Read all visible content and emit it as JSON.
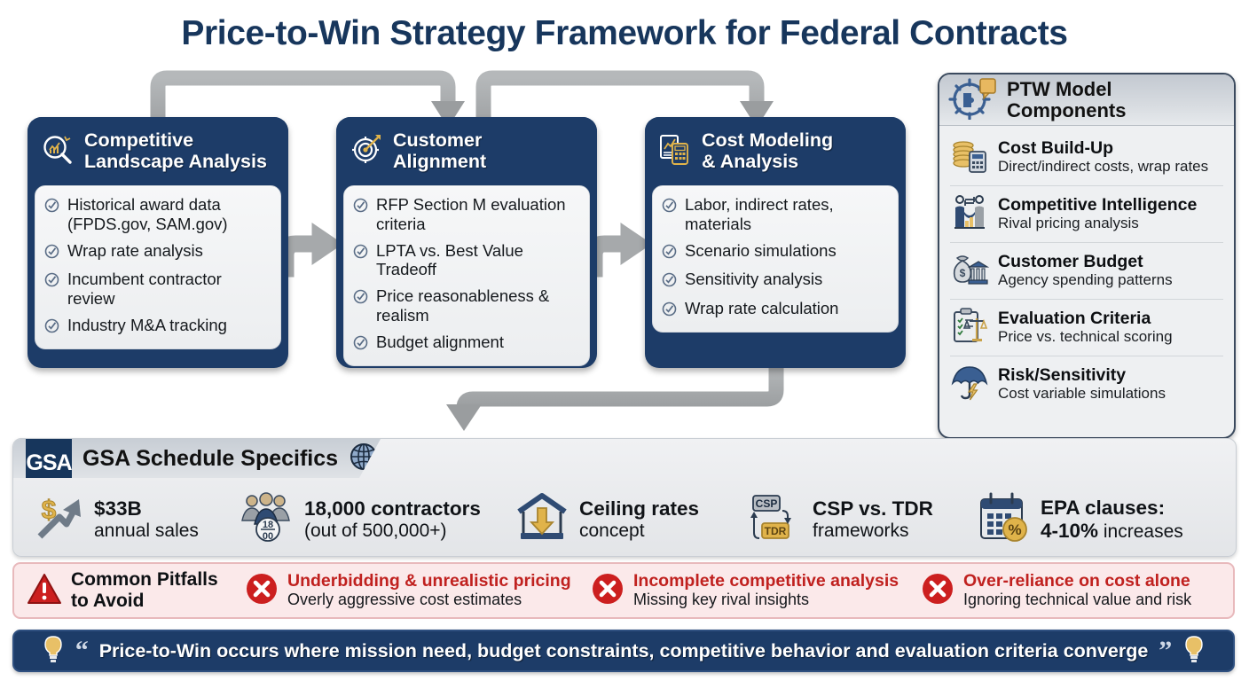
{
  "title": "Price-to-Win Strategy Framework for Federal Contracts",
  "colors": {
    "navy": "#1d3c68",
    "title_navy": "#17365c",
    "arrow_gray": "#a6a9ab",
    "panel_gray": "#eef0f2",
    "pitfall_red": "#c0211f",
    "pitfall_bg": "#fbe9ea",
    "gold": "#e0b34a"
  },
  "cards": [
    {
      "icon": "magnifier-chart-icon",
      "title_line1": "Competitive",
      "title_line2": "Landscape Analysis",
      "items": [
        "Historical award data (FPDS.gov, SAM.gov)",
        "Wrap rate analysis",
        "Incumbent contractor review",
        "Industry M&A tracking"
      ]
    },
    {
      "icon": "gear-target-icon",
      "title_line1": "Customer",
      "title_line2": "Alignment",
      "items": [
        "RFP Section M evaluation criteria",
        "LPTA vs. Best Value Tradeoff",
        "Price reasonableness & realism",
        "Budget alignment"
      ]
    },
    {
      "icon": "document-calculator-icon",
      "title_line1": "Cost Modeling",
      "title_line2": "& Analysis",
      "items": [
        "Labor, indirect rates, materials",
        "Scenario simulations",
        "Sensitivity analysis",
        "Wrap rate calculation"
      ]
    }
  ],
  "ptw_panel": {
    "icon": "gear-puzzle-icon",
    "title_line1": "PTW Model",
    "title_line2": "Components",
    "rows": [
      {
        "icon": "coins-calculator-icon",
        "title": "Cost Build-Up",
        "subtitle": "Direct/indirect costs, wrap rates"
      },
      {
        "icon": "handshake-chart-icon",
        "title": "Competitive Intelligence",
        "subtitle": "Rival pricing analysis"
      },
      {
        "icon": "money-bag-bank-icon",
        "title": "Customer Budget",
        "subtitle": "Agency spending patterns"
      },
      {
        "icon": "clipboard-scales-icon",
        "title": "Evaluation Criteria",
        "subtitle": "Price vs. technical scoring"
      },
      {
        "icon": "umbrella-bolt-icon",
        "title": "Risk/Sensitivity",
        "subtitle": "Cost variable simulations"
      }
    ]
  },
  "gsa_band": {
    "logo_text": "GSA",
    "tab_title": "GSA Schedule Specifics",
    "tab_icon": "globe-icon",
    "stats": [
      {
        "icon": "dollar-growth-arrow-icon",
        "value": "$33B",
        "label": "annual sales"
      },
      {
        "icon": "people-group-icon",
        "value": "18,000 contractors",
        "label": "(out of 500,000+)"
      },
      {
        "icon": "ceiling-house-down-arrow-icon",
        "value": "Ceiling rates",
        "label": "concept"
      },
      {
        "icon": "csp-tdr-flow-icon",
        "value": "CSP vs. TDR",
        "label": "frameworks"
      },
      {
        "icon": "calendar-percent-icon",
        "value": "EPA clauses:",
        "label_bold": "4-10%",
        "label": "increases"
      }
    ]
  },
  "pitfalls": {
    "icon": "warning-triangle-icon",
    "heading_line1": "Common Pitfalls",
    "heading_line2": "to Avoid",
    "items": [
      {
        "icon": "x-circle-icon",
        "headline": "Underbidding & unrealistic pricing",
        "sub": "Overly aggressive cost estimates"
      },
      {
        "icon": "x-circle-icon",
        "headline": "Incomplete competitive analysis",
        "sub": "Missing key rival insights"
      },
      {
        "icon": "x-circle-icon",
        "headline": "Over-reliance on cost alone",
        "sub": "Ignoring technical value and risk"
      }
    ]
  },
  "quote": {
    "left_icon": "lightbulb-icon",
    "right_icon": "lightbulb-icon",
    "open_quote": "“",
    "close_quote": "”",
    "text": "Price-to-Win occurs where mission need, budget constraints, competitive behavior and evaluation criteria converge"
  }
}
